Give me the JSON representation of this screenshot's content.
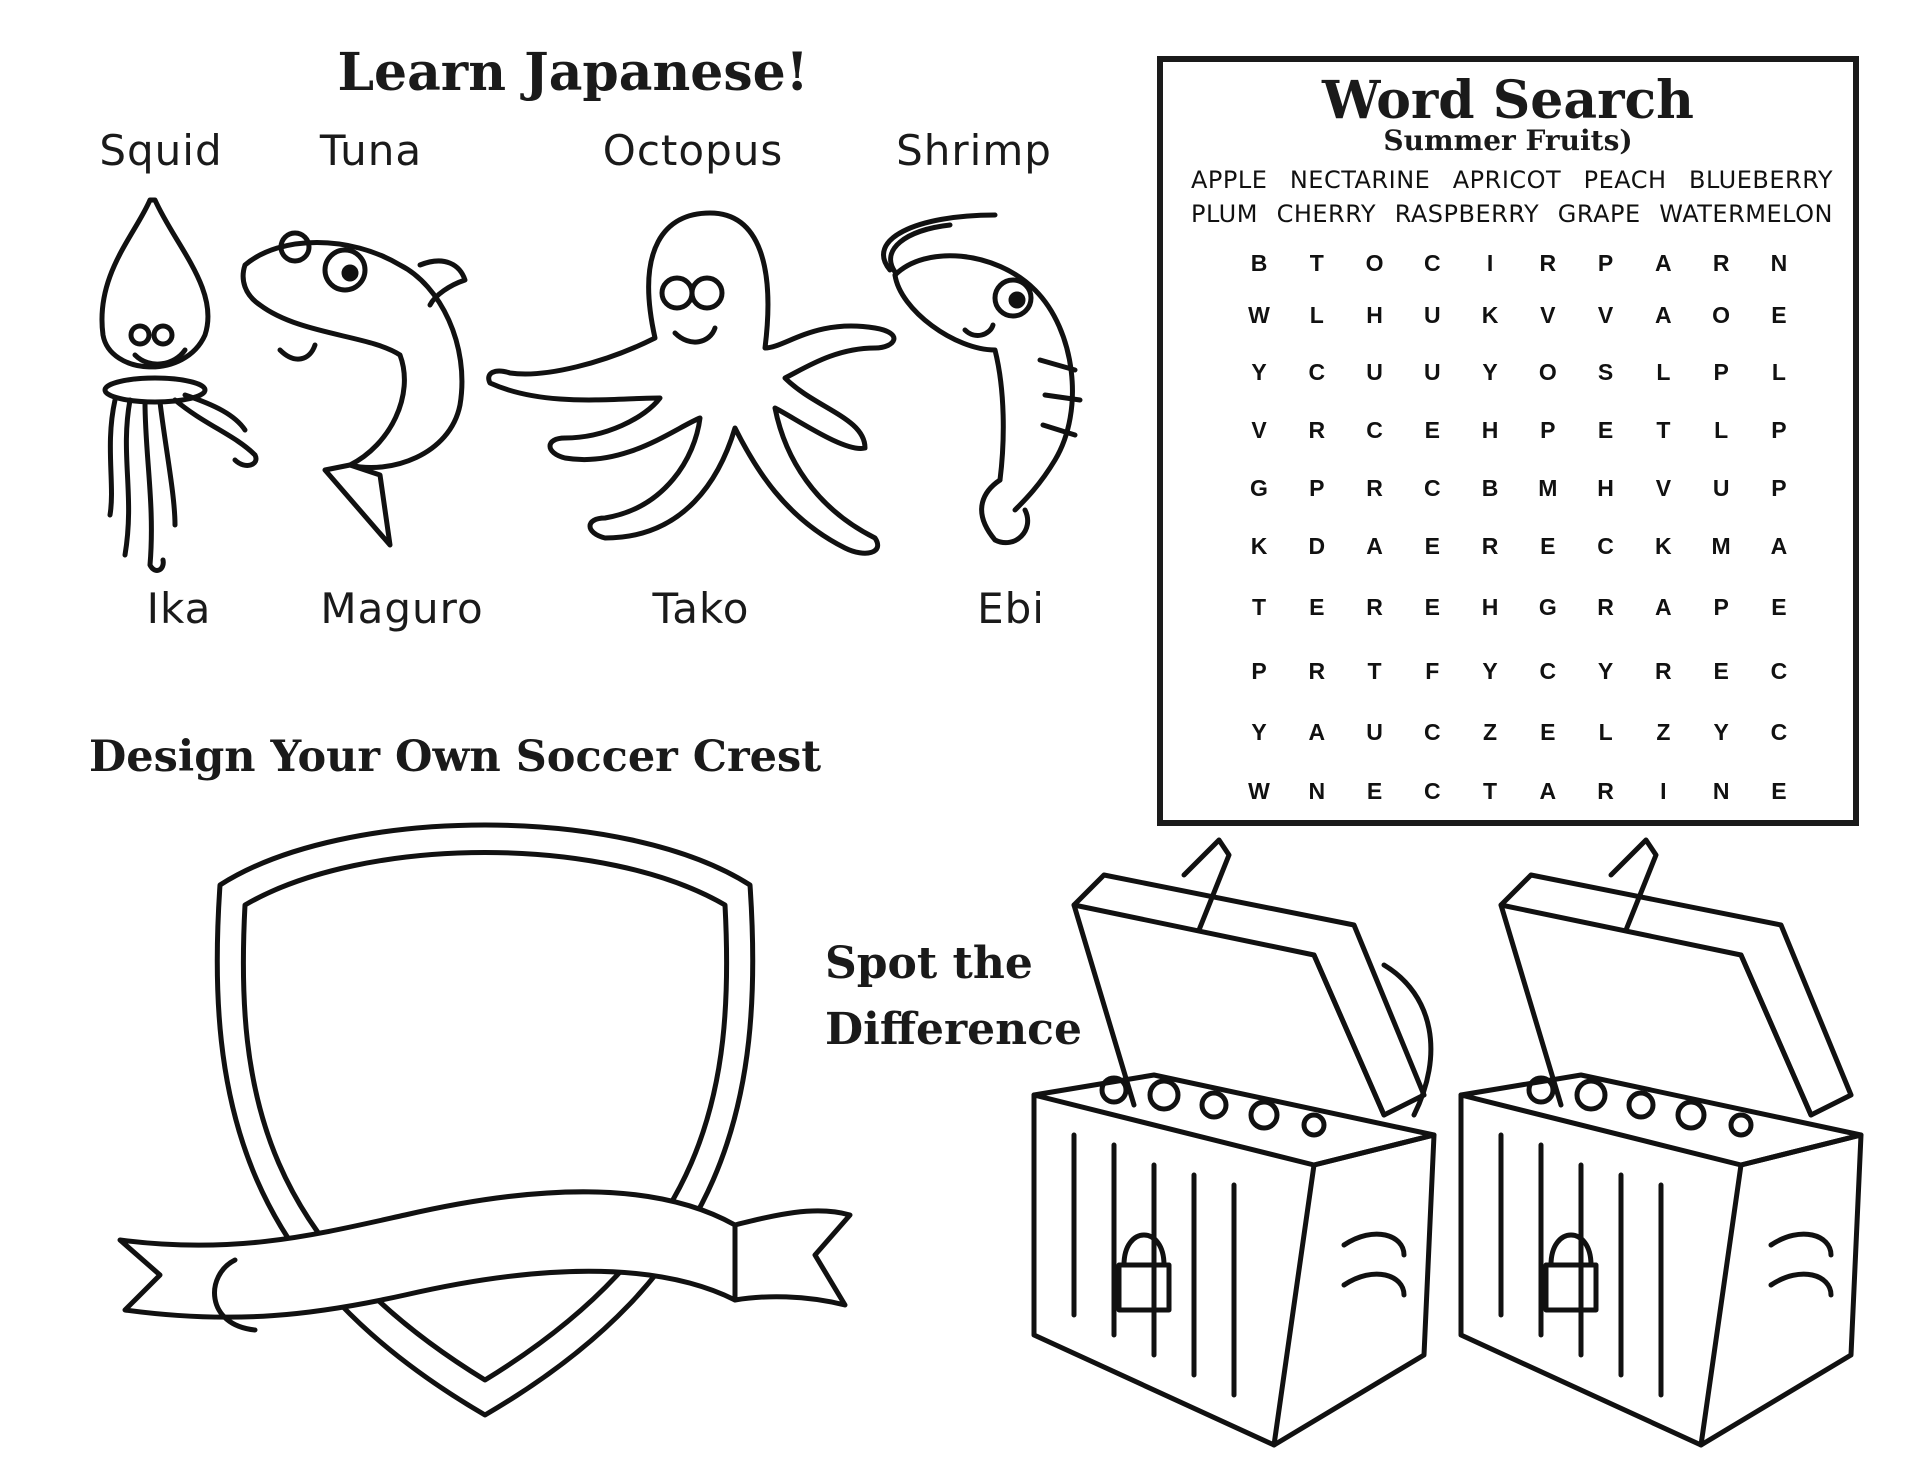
{
  "learn_japanese": {
    "title": "Learn Japanese!",
    "animals": [
      {
        "english": "Squid",
        "japanese": "Ika",
        "icon": "squid-icon"
      },
      {
        "english": "Tuna",
        "japanese": "Maguro",
        "icon": "tuna-icon"
      },
      {
        "english": "Octopus",
        "japanese": "Tako",
        "icon": "octopus-icon"
      },
      {
        "english": "Shrimp",
        "japanese": "Ebi",
        "icon": "shrimp-icon"
      }
    ]
  },
  "word_search": {
    "title": "Word Search",
    "subtitle": "Summer Fruits)",
    "word_list": [
      [
        "APPLE",
        "NECTARINE",
        "APRICOT",
        "PEACH",
        "BLUEBERRY"
      ],
      [
        "PLUM",
        "CHERRY",
        "RASPBERRY",
        "GRAPE",
        "WATERMELON"
      ]
    ],
    "grid": [
      [
        "B",
        "T",
        "O",
        "C",
        "I",
        "R",
        "P",
        "A",
        "R",
        "N"
      ],
      [
        "W",
        "L",
        "H",
        "U",
        "K",
        "V",
        "V",
        "A",
        "O",
        "E"
      ],
      [
        "Y",
        "C",
        "U",
        "U",
        "Y",
        "O",
        "S",
        "L",
        "P",
        "L"
      ],
      [
        "V",
        "R",
        "C",
        "E",
        "H",
        "P",
        "E",
        "T",
        "L",
        "P"
      ],
      [
        "G",
        "P",
        "R",
        "C",
        "B",
        "M",
        "H",
        "V",
        "U",
        "P"
      ],
      [
        "K",
        "D",
        "A",
        "E",
        "R",
        "E",
        "C",
        "K",
        "M",
        "A"
      ],
      [
        "T",
        "E",
        "R",
        "E",
        "H",
        "G",
        "R",
        "A",
        "P",
        "E"
      ],
      [
        "P",
        "R",
        "T",
        "F",
        "Y",
        "C",
        "Y",
        "R",
        "E",
        "C"
      ],
      [
        "Y",
        "A",
        "U",
        "C",
        "Z",
        "E",
        "L",
        "Z",
        "Y",
        "C"
      ],
      [
        "W",
        "N",
        "E",
        "C",
        "T",
        "A",
        "R",
        "I",
        "N",
        "E"
      ]
    ]
  },
  "soccer_crest": {
    "title": "Design Your Own Soccer Crest"
  },
  "spot_difference": {
    "title_line1": "Spot the",
    "title_line2": "Difference"
  }
}
